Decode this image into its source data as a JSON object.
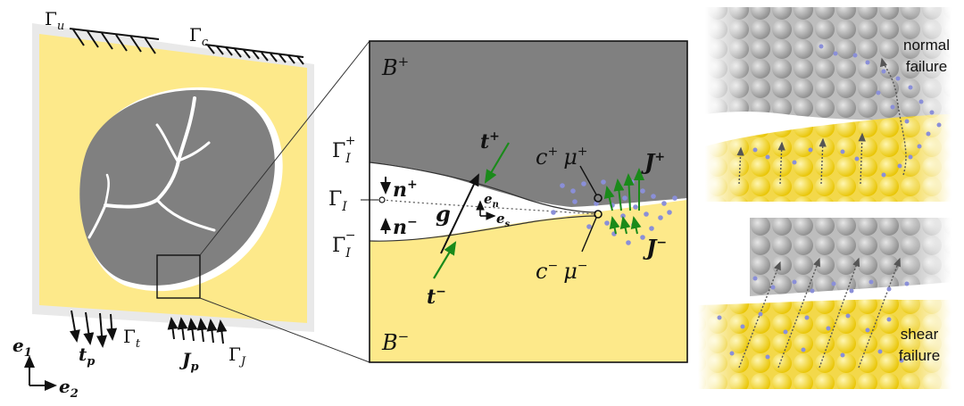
{
  "left_panel": {
    "gamma_u": "Γ",
    "gamma_u_sub": "u",
    "gamma_c": "Γ",
    "gamma_c_sub": "c",
    "gamma_t": "Γ",
    "gamma_t_sub": "t",
    "gamma_J": "Γ",
    "gamma_J_sub": "J",
    "t_p": "t",
    "t_p_sub": "p",
    "J_p": "J",
    "J_p_sub": "p",
    "e1": "e",
    "e1_sub": "1",
    "e2": "e",
    "e2_sub": "2"
  },
  "zoom_panel": {
    "B_plus": "B",
    "B_plus_sup": "+",
    "B_minus": "B",
    "B_minus_sup": "−",
    "gamma_I_plus": "Γ",
    "gamma_I_plus_sub": "I",
    "gamma_I_plus_sup": "+",
    "gamma_I": "Γ",
    "gamma_I_sub": "I",
    "gamma_I_minus": "Γ",
    "gamma_I_minus_sub": "I",
    "gamma_I_minus_sup": "−",
    "n_plus": "n",
    "n_plus_sup": "+",
    "n_minus": "n",
    "n_minus_sup": "−",
    "t_plus": "t",
    "t_plus_sup": "+",
    "t_minus": "t",
    "t_minus_sup": "−",
    "g": "g",
    "e_n": "e",
    "e_n_sub": "n",
    "e_s": "e",
    "e_s_sub": "s",
    "c_plus": "c",
    "c_plus_sup": "+",
    "mu_plus": "μ",
    "mu_plus_sup": "+",
    "c_minus": "c",
    "c_minus_sup": "−",
    "mu_minus": "μ",
    "mu_minus_sup": "−",
    "J_plus": "J",
    "J_plus_sup": "+",
    "J_minus": "J",
    "J_minus_sup": "−"
  },
  "right_panel": {
    "normal_line1": "normal",
    "normal_line2": "failure",
    "shear_line1": "shear",
    "shear_line2": "failure"
  },
  "colors": {
    "solid_yellow": "#FDE98A",
    "grain_gray": "#808080",
    "arrow_green": "#1a8a1a",
    "ion_blue": "#8a8fd8"
  }
}
